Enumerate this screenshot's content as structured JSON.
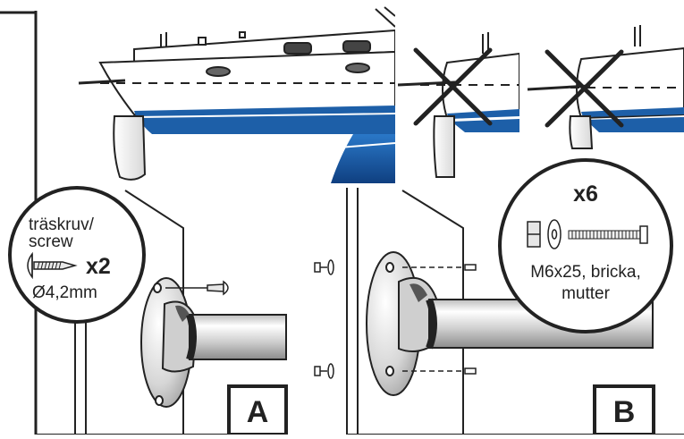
{
  "callout_a": {
    "line1": "träskruv/",
    "line2": "screw",
    "qty": "x2",
    "spec": "Ø4,2mm"
  },
  "callout_b": {
    "qty": "x6",
    "line1": "M6x25, bricka,",
    "line2": "mutter"
  },
  "panel_a_label": "A",
  "panel_b_label": "B",
  "colors": {
    "hull_blue": "#1d5fa8",
    "outline": "#222222",
    "metal_light": "#f0f0f0",
    "metal_dark": "#9a9a9a"
  }
}
